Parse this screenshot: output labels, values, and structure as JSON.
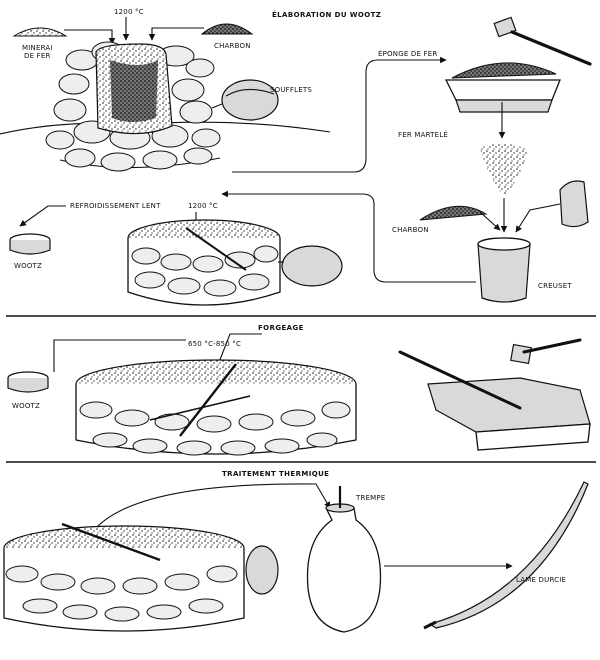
{
  "sections": {
    "elaboration": {
      "title": "ÉLABORATION DU WOOTZ",
      "temp": "1200 °C",
      "minerai": [
        "MINERAI",
        "DE FER"
      ],
      "charbon": "CHARBON",
      "soufflets": "SOUFFLETS",
      "eponge": "ÉPONGE DE FER",
      "fer_martele": "FER MARTELÉ",
      "charbon2": "CHARBON",
      "creuset": "CREUSET",
      "refroidissement": "REFROIDISSEMENT LENT",
      "temp2": "1200 °C",
      "wootz": "WOOTZ"
    },
    "forgeage": {
      "title": "FORGEAGE",
      "temp": "650 °C-850 °C",
      "wootz": "WOOTZ"
    },
    "traitement": {
      "title": "TRAITEMENT THERMIQUE",
      "trempe": "TREMPE",
      "lame": "LAME DURCIE"
    }
  }
}
